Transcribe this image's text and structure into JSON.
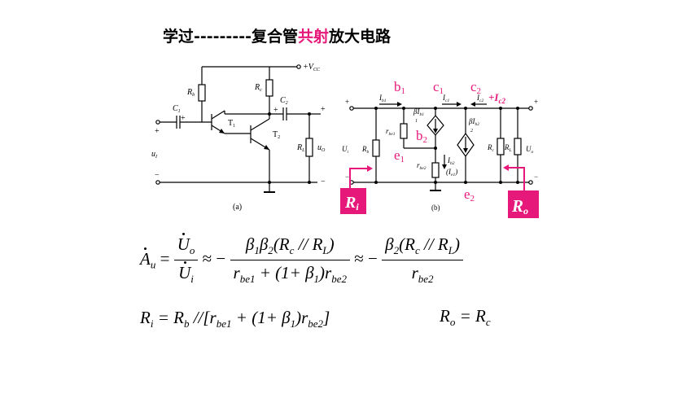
{
  "title": {
    "pre": "学过---------复合管",
    "highlight": "共射",
    "post": "放大电路"
  },
  "colors": {
    "accent": "#e6197a",
    "line": "#000000"
  },
  "circuit_a": {
    "vcc": "+V",
    "vcc_sub": "CC",
    "rb": "R",
    "rb_sub": "b",
    "rc": "R",
    "rc_sub": "c",
    "c1": "C",
    "c1_sub": "1",
    "c2": "C",
    "c2_sub": "2",
    "t1": "T",
    "t1_sub": "1",
    "t2": "T",
    "t2_sub": "2",
    "rl": "R",
    "rl_sub": "L",
    "ui": "u",
    "ui_sub": "I",
    "uo": "u",
    "uo_sub": "O",
    "plus": "+",
    "minus": "−",
    "caption": "(a)"
  },
  "circuit_b": {
    "ib1": "I",
    "ib1_sub": "b1",
    "rbe1": "r",
    "rbe1_sub": "be1",
    "beta1_ib1": "βI",
    "beta1_sub": "1",
    "beta1_ib_sub": "b1",
    "ic1": "I",
    "ic1_sub": "c1",
    "ic2": "I",
    "ic2_sub": "c2",
    "beta2_ib2": "βI",
    "beta2_sub": "2",
    "beta2_ib_sub": "b2",
    "ib2": "I",
    "ib2_sub": "b2",
    "ie1": "(I",
    "ie1_sub": "e1",
    "ie1_close": ")",
    "rbe2": "r",
    "rbe2_sub": "be2",
    "rb": "R",
    "rb_sub": "b",
    "rc": "R",
    "rc_sub": "c",
    "rl": "R",
    "rl_sub": "L",
    "ui": "U",
    "ui_sub": "i",
    "uo": "U",
    "uo_sub": "o",
    "caption": "(b)"
  },
  "annotations": {
    "b1": "b",
    "b1_sub": "1",
    "c1": "c",
    "c1_sub": "1",
    "c2": "c",
    "c2_sub": "2",
    "plus_ic2": "+I",
    "plus_ic2_sub": "c2",
    "b2": "b",
    "b2_sub": "2",
    "e1": "e",
    "e1_sub": "1",
    "e2": "e",
    "e2_sub": "2",
    "ri": "R",
    "ri_sub": "i",
    "ro": "R",
    "ro_sub": "o"
  },
  "formulas": {
    "au": {
      "lhs": "A",
      "lhs_sub": "u",
      "f1_num": "U",
      "f1_num_sub": "o",
      "f1_den": "U",
      "f1_den_sub": "i",
      "approx1": " ≈ − ",
      "f2_num": "β₁β₂(R꜀ // R_L)",
      "f2_num_a": "β",
      "f2_num_a_sub": "1",
      "f2_num_b": "β",
      "f2_num_b_sub": "2",
      "f2_num_c": "(R",
      "f2_num_c_sub": "c",
      "f2_num_d": " // R",
      "f2_num_d_sub": "L",
      "f2_num_e": ")",
      "f2_den_a": "r",
      "f2_den_a_sub": "be1",
      "f2_den_b": " + (1+ β",
      "f2_den_b_sub": "1",
      "f2_den_c": ")r",
      "f2_den_c_sub": "be2",
      "approx2": " ≈ − ",
      "f3_num_a": "β",
      "f3_num_a_sub": "2",
      "f3_num_b": "(R",
      "f3_num_b_sub": "c",
      "f3_num_c": " // R",
      "f3_num_c_sub": "L",
      "f3_num_d": ")",
      "f3_den": "r",
      "f3_den_sub": "be2"
    },
    "ri": {
      "a": "R",
      "a_sub": "i",
      "b": " = R",
      "b_sub": "b",
      "c": " //[r",
      "c_sub": "be1",
      "d": " + (1+ β",
      "d_sub": "1",
      "e": ")r",
      "e_sub": "be2",
      "f": "]"
    },
    "ro": {
      "a": "R",
      "a_sub": "o",
      "b": " = R",
      "b_sub": "c"
    }
  }
}
